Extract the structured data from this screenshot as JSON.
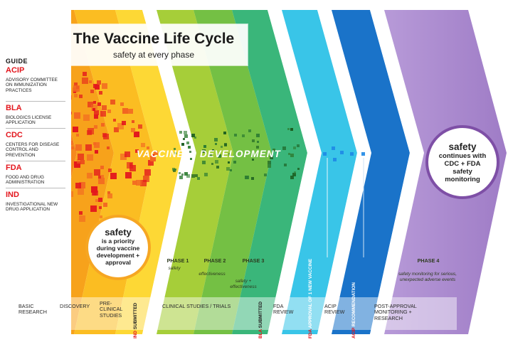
{
  "title": "The Vaccine Life Cycle",
  "subtitle": "safety at every phase",
  "guide": {
    "heading": "GUIDE",
    "items": [
      {
        "abbr": "ACIP",
        "def": "Advisory Committee on Immunization Practices"
      },
      {
        "abbr": "BLA",
        "def": "Biologics License Application"
      },
      {
        "abbr": "CDC",
        "def": "Centers for Disease Control and Prevention"
      },
      {
        "abbr": "FDA",
        "def": "Food and Drug Administration"
      },
      {
        "abbr": "IND",
        "def": "Investigational New Drug Application"
      }
    ]
  },
  "banner": {
    "word1": "VACCINE",
    "word2": "DEVELOPMENT"
  },
  "safety_priority": {
    "big": "safety",
    "rest": "is a priority during vaccine development + approval"
  },
  "safety_continues": {
    "big": "safety",
    "rest": "continues with CDC + FDA safety monitoring"
  },
  "phases": [
    {
      "name": "PHASE 1",
      "note": "safety"
    },
    {
      "name": "PHASE 2",
      "note": "effectiveness"
    },
    {
      "name": "PHASE 3",
      "note": "safety + effectiveness"
    },
    {
      "name": "PHASE 4",
      "note": "safety monitoring for serious, unexpected adverse events"
    }
  ],
  "stages": {
    "basic_research": "BASIC RESEARCH",
    "discovery": "DISCOVERY",
    "preclinical": "PRE-CLINICAL STUDIES",
    "clinical": "CLINICAL STUDIES / TRIALS",
    "fda_review": "FDA REVIEW",
    "acip_review": "ACIP REVIEW",
    "post_approval": "POST-APPROVAL MONITORING + RESEARCH"
  },
  "milestones": {
    "ind": {
      "abbr": "IND",
      "text": "SUBMITTED"
    },
    "bla": {
      "abbr": "BLA",
      "text": "SUBMITTED"
    },
    "fda": {
      "abbr": "FDA",
      "text": "APPROVAL OF 1 NEW VACCINE"
    },
    "acip": {
      "abbr": "ACIP",
      "text": "RECOMMENDATION"
    }
  },
  "colors": {
    "orange": "#f47b20",
    "amber": "#f9a825",
    "yellow": "#fbc02d",
    "lime": "#a6ce39",
    "green": "#6cc04a",
    "teal": "#33b679",
    "cyan": "#33c2e6",
    "blue": "#1976d2",
    "purple": "#a985cf",
    "red": "#e3161d"
  }
}
